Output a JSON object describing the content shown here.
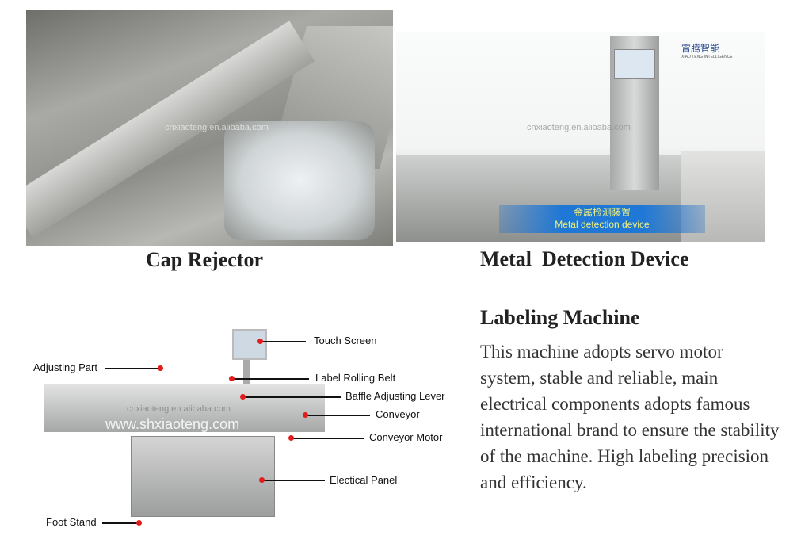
{
  "cap_rejector": {
    "caption": "Cap Rejector",
    "watermark": "cnxiaoteng.en.alibaba.com"
  },
  "metal_detection": {
    "caption": "Metal  Detection Device",
    "watermark": "cnxiaoteng.en.alibaba.com",
    "banner_cn": "金属检测装置",
    "banner_en": "Metal detection device",
    "logo_cn": "霄腾智能",
    "logo_en": "XIAO TENG INTELLIGENCE"
  },
  "labeling_machine": {
    "title": "Labeling Machine",
    "description": "This machine adopts servo motor system, stable and reliable, main electrical components adopts famous international brand to ensure the stability of the machine. High labeling precision and efficiency.",
    "watermark1": "cnxiaoteng.en.alibaba.com",
    "watermark2": "www.shxiaoteng.com",
    "annotations": [
      "Touch Screen",
      "Adjusting Part",
      "Label Rolling Belt",
      "Baffle Adjusting Lever",
      "Conveyor",
      "Conveyor Motor",
      "Electical Panel",
      "Foot Stand"
    ]
  }
}
